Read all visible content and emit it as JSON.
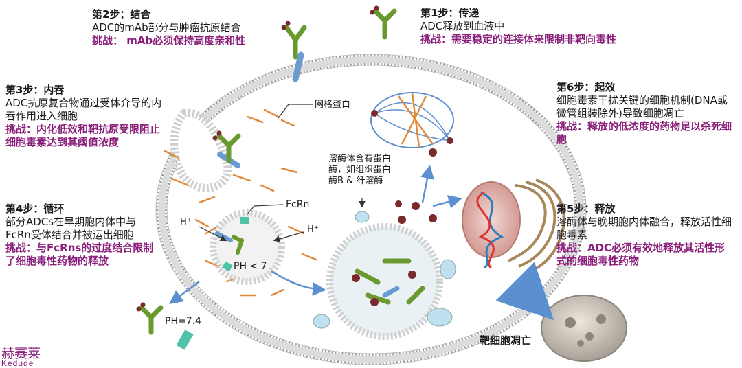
{
  "steps": [
    {
      "id": "step1",
      "title": "第1步：传递",
      "desc": "ADC释放到血液中",
      "challenge": "挑战：需要稳定的连接体来限制非靶向毒性"
    },
    {
      "id": "step2",
      "title": "第2步：结合",
      "desc": "ADC的mAb部分与肿瘤抗原结合",
      "challenge": "挑战： mAb必须保持高度亲和性"
    },
    {
      "id": "step3",
      "title": "第3步：内吞",
      "desc": "ADC抗原复合物通过受体介导的内吞作用进入细胞",
      "challenge": "挑战：内化低效和靶抗原受限阻止细胞毒素达到其阈值浓度"
    },
    {
      "id": "step4",
      "title": "第4步：循环",
      "desc": "部分ADCs在早期胞内体中与FcRn受体结合并被运出细胞",
      "challenge": "挑战：与FcRns的过度结合限制了细胞毒性药物的释放"
    },
    {
      "id": "step5",
      "title": "第5步：释放",
      "desc": "溶酶体与晚期胞内体融合，释放活性细胞毒素",
      "challenge": "挑战：ADC必须有效地释放其活性形式的细胞毒性药物"
    },
    {
      "id": "step6",
      "title": "第6步：起效",
      "desc": "细胞毒素干扰关键的细胞机制(DNA或微管组装除外)导致细胞凋亡",
      "challenge": "挑战：释放的低浓度的药物足以杀死细胞"
    }
  ],
  "labels": {
    "cytoskeleton": "网格蛋白",
    "lysosome": "溶酶体含有蛋白酶，如组织蛋白酶B & 纤溶酶",
    "fcrn": "FcRn",
    "h_left": "H⁺",
    "h_right": "H⁺",
    "ph_low": "PH < 7",
    "ph_neutral": "PH=7.4",
    "apoptosis": "靶细胞凋亡"
  },
  "brand": {
    "name": "赫赛莱",
    "sub": "Kedude"
  },
  "colors": {
    "challenge": "#8a1e7a",
    "membrane": "#c9c9c9",
    "antibody": "#6a9a2f",
    "drug": "#7a2a2a",
    "receptor": "#6a9bd1"
  }
}
